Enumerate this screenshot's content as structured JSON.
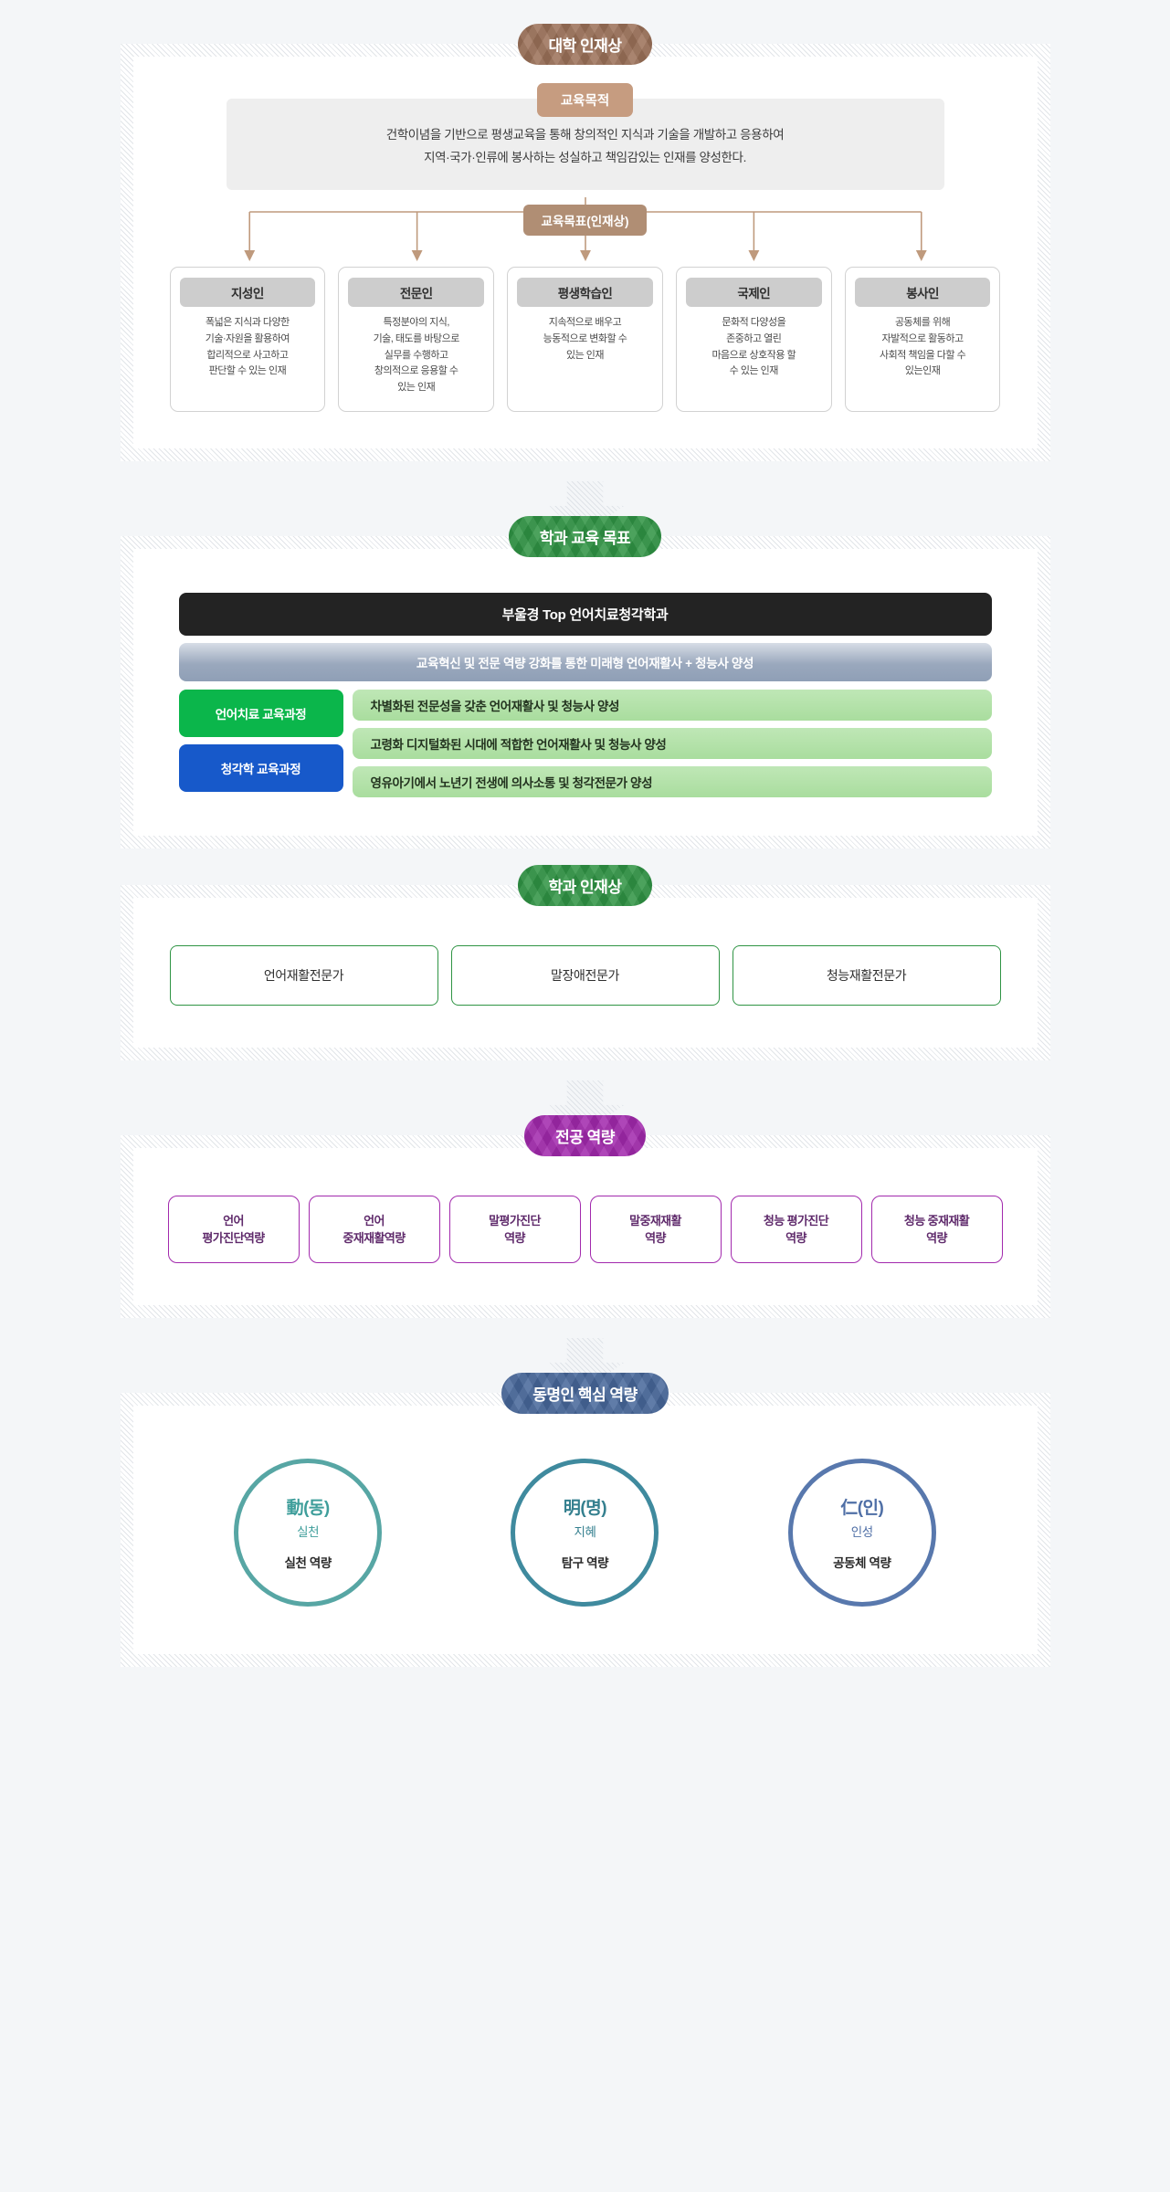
{
  "sections": {
    "university": {
      "title": "대학 인재상",
      "purpose_label": "교육목적",
      "purpose_text": "건학이념을 기반으로 평생교육을 통해 창의적인 지식과 기술을 개발하고 응용하여\n지역·국가·인류에 봉사하는 성실하고 책임감있는 인재를 양성한다.",
      "goal_label": "교육목표(인재상)",
      "goals": [
        {
          "name": "지성인",
          "desc": "폭넓은 지식과 다양한\n기술·자원을 활용하여\n합리적으로 사고하고\n판단할 수 있는 인재"
        },
        {
          "name": "전문인",
          "desc": "특정분야의 지식,\n기술, 태도를 바탕으로\n실무를 수행하고\n창의적으로 응용할 수\n있는 인재"
        },
        {
          "name": "평생학습인",
          "desc": "지속적으로 배우고\n능동적으로 변화할 수\n있는 인재"
        },
        {
          "name": "국제인",
          "desc": "문화적 다양성을\n존중하고 열린\n마음으로 상호작용 할\n수 있는 인재"
        },
        {
          "name": "봉사인",
          "desc": "공동체를 위해\n자발적으로 활동하고\n사회적 책임을 다할 수\n있는인재"
        }
      ]
    },
    "department_goal": {
      "title": "학과 교육 목표",
      "headline": "부울경 Top 언어치료청각학과",
      "subheadline": "교육혁신 및 전문 역량 강화를 통한 미래형 언어재활사 + 청능사 양성",
      "track_labels": [
        {
          "label": "언어치료 교육과정",
          "color": "#0bb64b"
        },
        {
          "label": "청각학 교육과정",
          "color": "#1759ca"
        }
      ],
      "track_rows": [
        "차별화된 전문성을 갖춘 언어재활사 및 청능사 양성",
        "고령화 디지털화된 시대에 적합한 언어재활사 및 청능사 양성",
        "영유아기에서 노년기 전생에 의사소통 및 청각전문가 양성"
      ]
    },
    "department_talent": {
      "title": "학과 인재상",
      "cards": [
        "언어재활전문가",
        "말장애전문가",
        "청능재활전문가"
      ]
    },
    "major_competency": {
      "title": "전공 역량",
      "cards": [
        "언어\n평가진단역량",
        "언어\n중재재활역량",
        "말평가진단\n역량",
        "말중재재활\n역량",
        "청능 평가진단\n역량",
        "청능 중재재활\n역량"
      ]
    },
    "core_competency": {
      "title": "동명인 핵심 역량",
      "circles": [
        {
          "hanja": "動(동)",
          "sub": "실천",
          "name": "실천 역량",
          "color": "#57a6a4"
        },
        {
          "hanja": "明(명)",
          "sub": "지혜",
          "name": "탐구 역량",
          "color": "#3f8a9e"
        },
        {
          "hanja": "仁(인)",
          "sub": "인성",
          "name": "공동체 역량",
          "color": "#5878ad"
        }
      ]
    }
  },
  "colors": {
    "brown": "#9b7158",
    "brown_light": "#c69c80",
    "green": "#2f9444",
    "purple": "#a229ad",
    "navy": "#47679a",
    "dark_bar": "#232323",
    "steel_bar": "#9aa8bd",
    "green_row": "#a9dd9e"
  }
}
